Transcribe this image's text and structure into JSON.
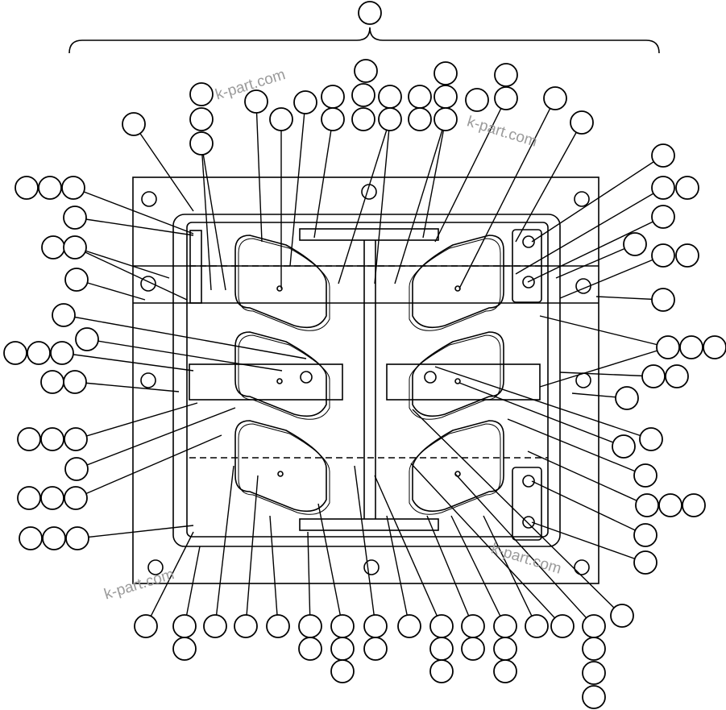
{
  "diagram": {
    "type": "exploded parts diagram with blank callout circles",
    "line_color": "#000000",
    "background": "#ffffff",
    "watermarks": [
      "k-part.com",
      "k-part.com",
      "k-part.com",
      "k-part.com"
    ],
    "watermark_color": "#9a9a9a"
  }
}
